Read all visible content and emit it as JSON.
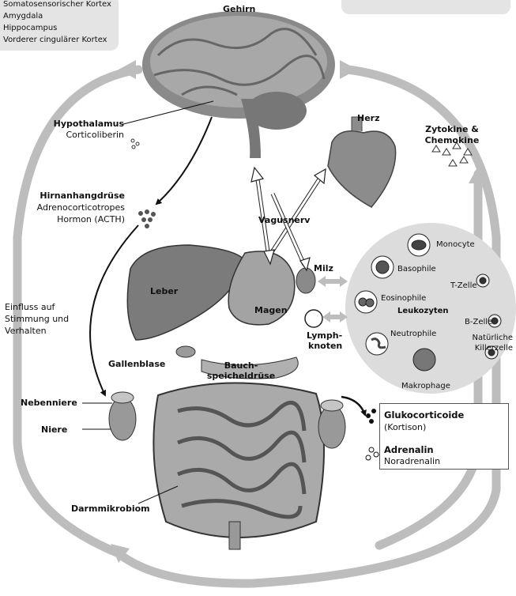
{
  "brain_regions": [
    "Somatosensorischer Kortex",
    "Amygdala",
    "Hippocampus",
    "Vorderer cingulärer Kortex"
  ],
  "labels": {
    "gehirn": "Gehirn",
    "hypothalamus": "Hypothalamus",
    "corticoliberin": "Corticoliberin",
    "herz": "Herz",
    "zytokine": "Zytokine &",
    "chemokine": "Chemokine",
    "hirnanhangdruese": "Hirnanhangdrüse",
    "acth_line1": "Adrenocorticotropes",
    "acth_line2": "Hormon (ACTH)",
    "vagusnerv": "Vagusnerv",
    "milz": "Milz",
    "leber": "Leber",
    "magen": "Magen",
    "lymph": "Lymph-",
    "knoten": "knoten",
    "einfluss": [
      "Einfluss auf",
      "Stimmung und",
      "Verhalten"
    ],
    "gallenblase": "Gallenblase",
    "bauch": "Bauch-",
    "speicheldruese": "speicheldrüse",
    "nebenniere": "Nebenniere",
    "niere": "Niere",
    "darmmikrobiom": "Darmmikrobiom"
  },
  "immune": {
    "monocyte": "Monocyte",
    "basophile": "Basophile",
    "t_zelle": "T-Zelle",
    "eosinophile": "Eosinophile",
    "leukozyten": "Leukozyten",
    "b_zelle": "B-Zelle",
    "neutrophile": "Neutrophile",
    "natuerliche": "Natürliche",
    "killerzelle": "Killerzelle",
    "makrophage": "Makrophage"
  },
  "hormones": {
    "glukokortikoide": "Glukocorticoide",
    "kortison": "(Kortison)",
    "adrenalin": "Adrenalin",
    "noradrenalin": "Noradrenalin"
  },
  "colors": {
    "loop_arrow": "#bdbdbd",
    "panel_grey": "#e4e4e4",
    "immune_circle": "#dcdcdc"
  }
}
